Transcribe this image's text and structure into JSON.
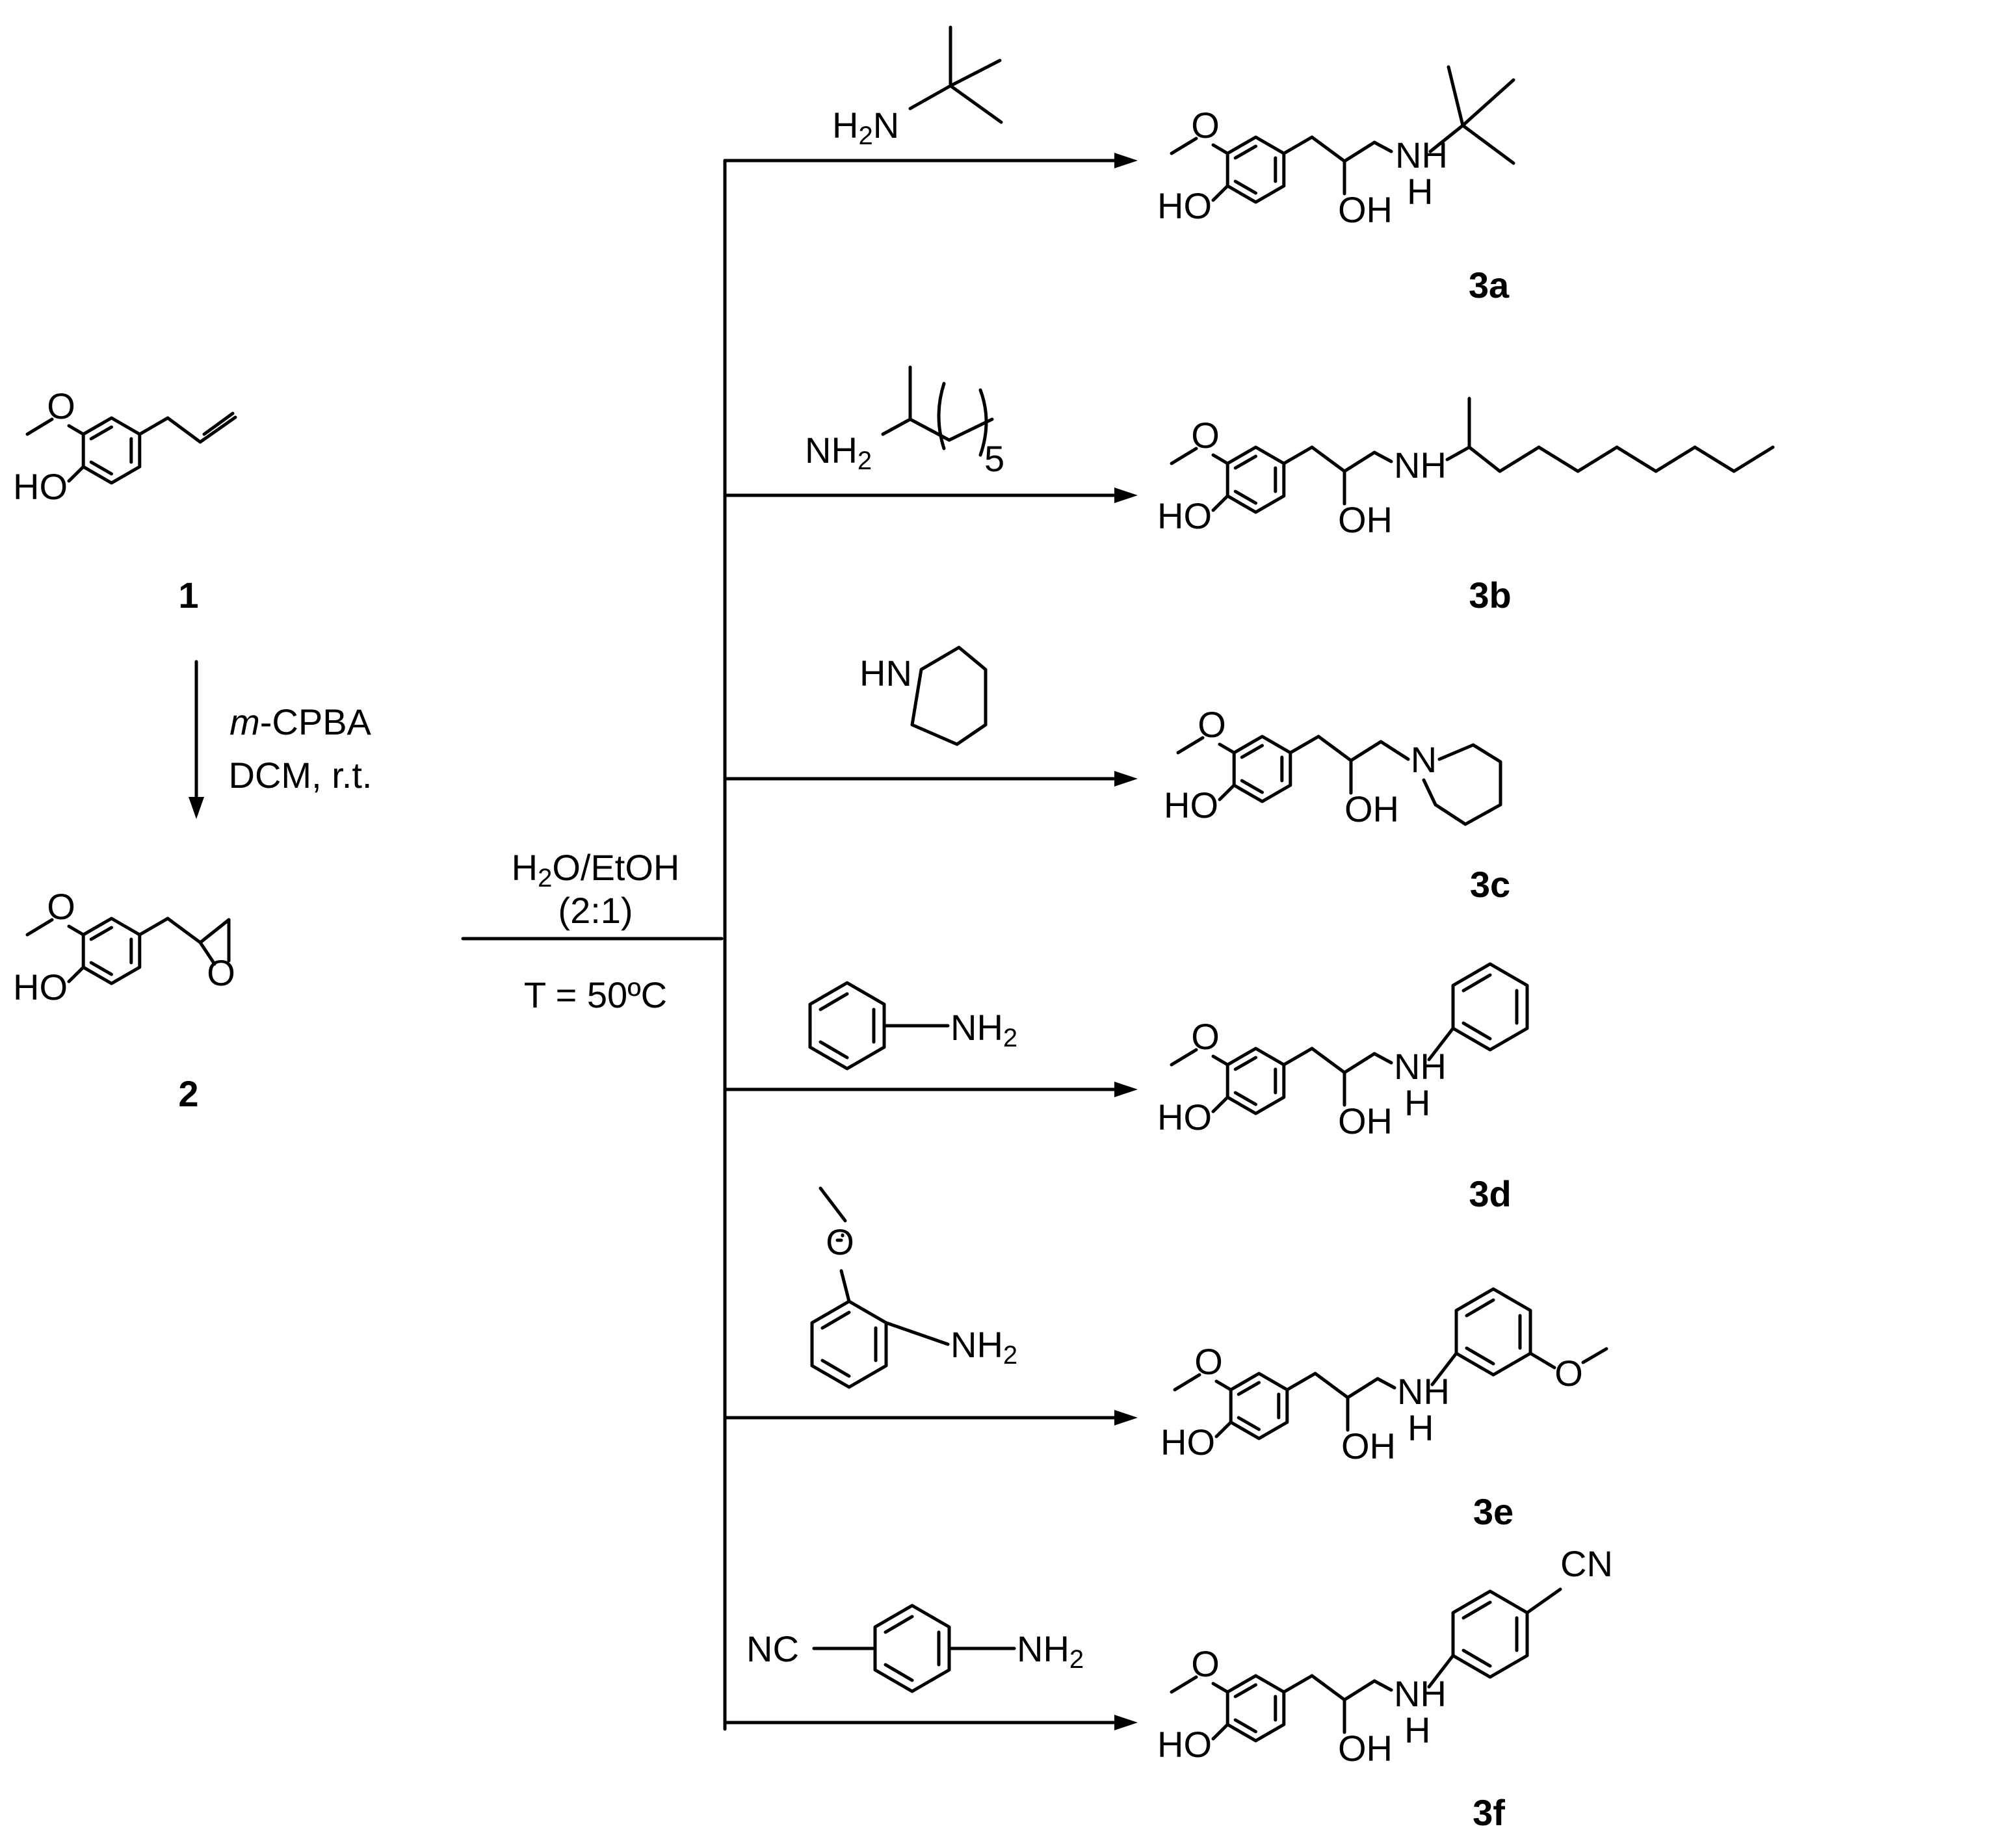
{
  "compounds": {
    "c1": "1",
    "c2": "2",
    "p3a": "3a",
    "p3b": "3b",
    "p3c": "3c",
    "p3d": "3d",
    "p3e": "3e",
    "p3f": "3f"
  },
  "step1": {
    "reagent_prefix": "m",
    "reagent_rest": "-CPBA",
    "conditions": "DCM, r.t."
  },
  "step2": {
    "solvent_h": "H",
    "solvent_sub": "2",
    "solvent_rest": "O/EtOH",
    "ratio": "(2:1)",
    "temperature": "T = 50ºC"
  },
  "atoms": {
    "methoxy_o": "O",
    "ho": "HO",
    "oh": "OH",
    "epoxide_o": "O",
    "nh": "NH",
    "n": "N",
    "h": "H",
    "hn": "HN",
    "h2n_h": "H",
    "h2n_n": "N",
    "nh2_n": "NH",
    "sub2": "2",
    "sub5": "5",
    "nc": "NC",
    "cn": "CN"
  }
}
